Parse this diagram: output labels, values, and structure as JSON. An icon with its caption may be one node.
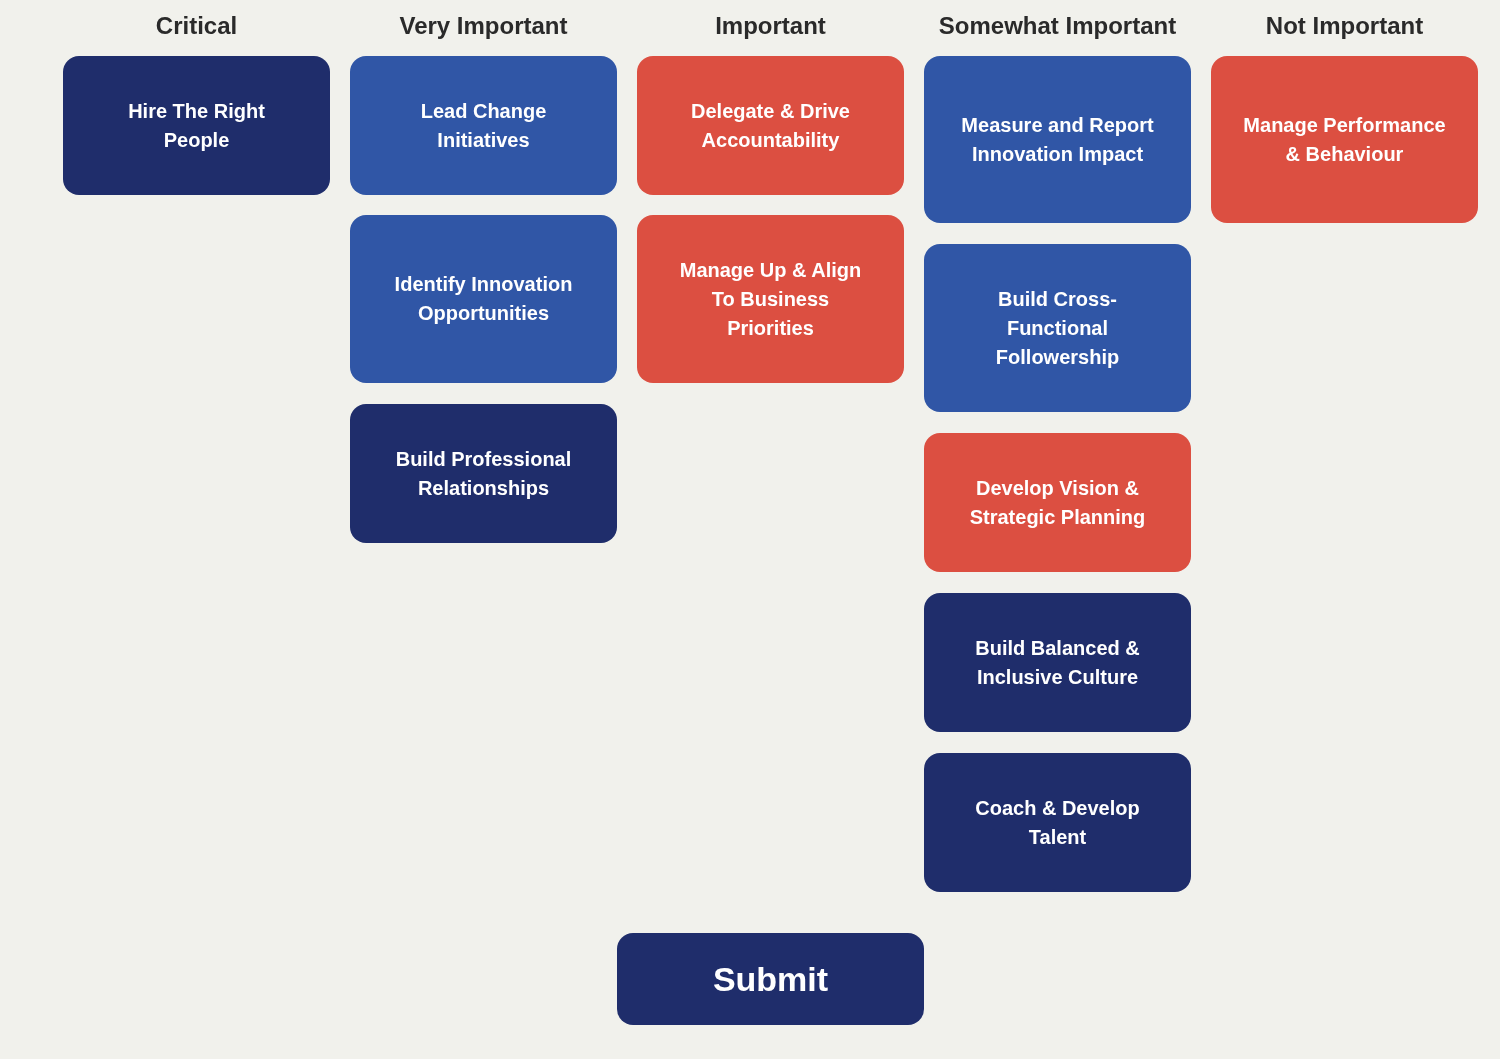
{
  "diagram": {
    "nodes": [
      {
        "text": [
          "Hire The Right People"
        ]
      },
      {
        "text": [
          "Lead Change Initiatives"
        ]
      },
      {
        "text": [
          "Identify Innovation Opportunities"
        ]
      },
      {
        "text": [
          "Build Professional Relationships"
        ]
      },
      {
        "text": [
          "Delegate & Drive Accountability"
        ]
      },
      {
        "text": [
          "Manage Up & Align To Business Priorities"
        ]
      },
      {
        "text": [
          "Measure and Report Innovation Impact"
        ]
      },
      {
        "text": [
          "Build Cross-Functional Followership"
        ]
      },
      {
        "text": [
          "Develop Vision & Strategic Planning"
        ]
      },
      {
        "text": [
          "Build Balanced & Inclusive Culture"
        ]
      },
      {
        "text": [
          "Coach & Develop Talent"
        ]
      },
      {
        "text": [
          "Manage Performance & Behaviour"
        ]
      },
      {
        "text": [
          "Submit"
        ]
      }
    ],
    "labels": [
      "Critical",
      "Very Important",
      "Important",
      "Somewhat Important",
      "Not Important"
    ]
  }
}
